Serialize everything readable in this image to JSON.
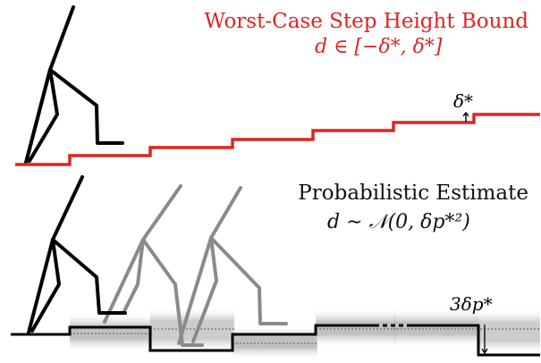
{
  "top_panel": {
    "title": "Worst-Case Step Height Bound",
    "equation": "d ∈ [−δ*, δ*]",
    "delta_label": "δ*",
    "accent_color": "#e0241f"
  },
  "bottom_panel": {
    "title": "Probabilistic Estimate",
    "equation": "d ∼ 𝒩(0, δp*²)",
    "three_delta_label": "3δp*",
    "ground_color": "#000000",
    "ghost_color": "#8a8a8a"
  }
}
